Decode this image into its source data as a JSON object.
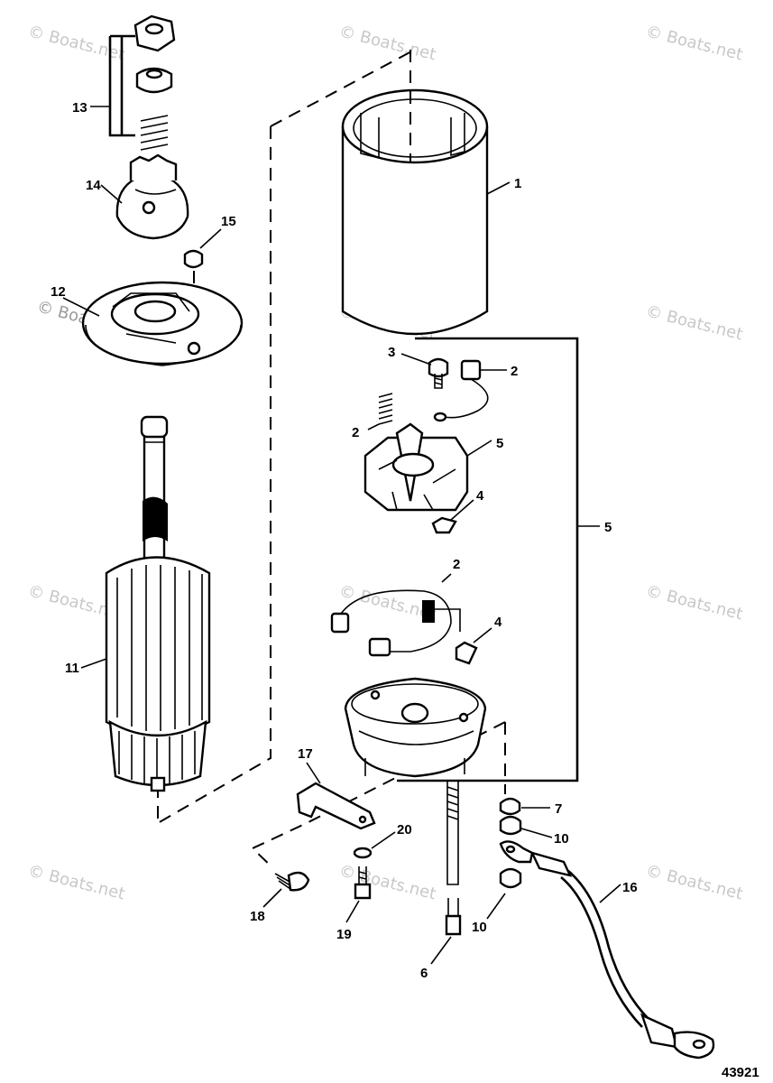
{
  "diagram": {
    "drawing_number": "43921",
    "watermark_text": "© Boats.net",
    "callouts": {
      "c1": "1",
      "c2a": "2",
      "c2b": "2",
      "c2c": "2",
      "c3": "3",
      "c4a": "4",
      "c4b": "4",
      "c5a": "5",
      "c5b": "5",
      "c6": "6",
      "c7": "7",
      "c10a": "10",
      "c10b": "10",
      "c11": "11",
      "c12": "12",
      "c13": "13",
      "c14": "14",
      "c15": "15",
      "c16": "16",
      "c17": "17",
      "c18": "18",
      "c19": "19",
      "c20": "20"
    }
  }
}
